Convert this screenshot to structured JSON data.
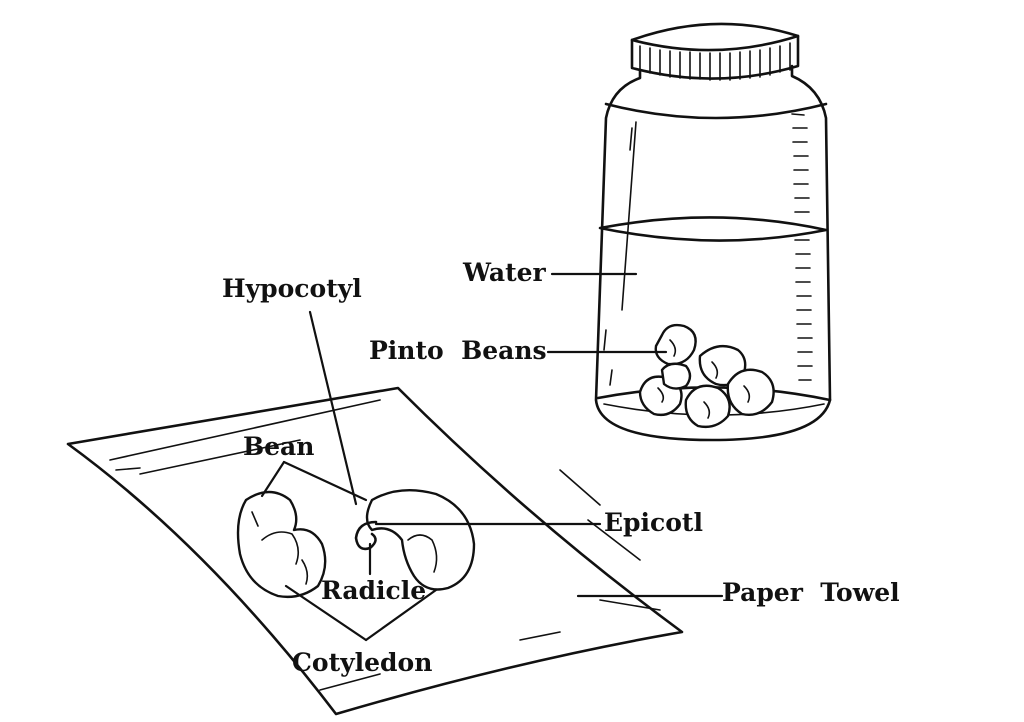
{
  "labels": {
    "hypocotyl": "Hypocotyl",
    "water": "Water",
    "pinto_beans": "Pinto  Beans",
    "bean": "Bean",
    "epicotl": "Epicotl",
    "radicle": "Radicle",
    "paper_towel": "Paper  Towel",
    "cotyledon": "Cotyledon"
  },
  "colors": {
    "ink": "#111111",
    "background": "#ffffff"
  }
}
